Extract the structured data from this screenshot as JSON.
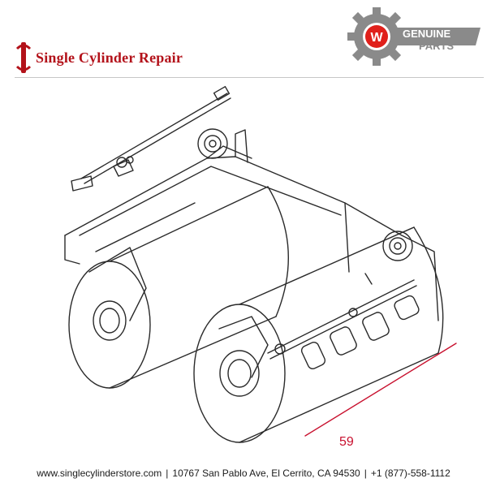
{
  "brand": {
    "name": "Single Cylinder Repair"
  },
  "badge": {
    "line1": "GENUINE",
    "line2": "PARTS",
    "logo_letter": "W",
    "gear_color": "#8a8a8a",
    "logo_color": "#e0201b"
  },
  "diagram": {
    "subject": "double drum roller assembly",
    "callout_label": "59",
    "callout_color": "#c8102e"
  },
  "footer": {
    "website": "www.singlecylinderstore.com",
    "address": "10767 San Pablo Ave, El Cerrito, CA 94530",
    "phone": "+1 (877)-558-1112",
    "separator": "|"
  }
}
